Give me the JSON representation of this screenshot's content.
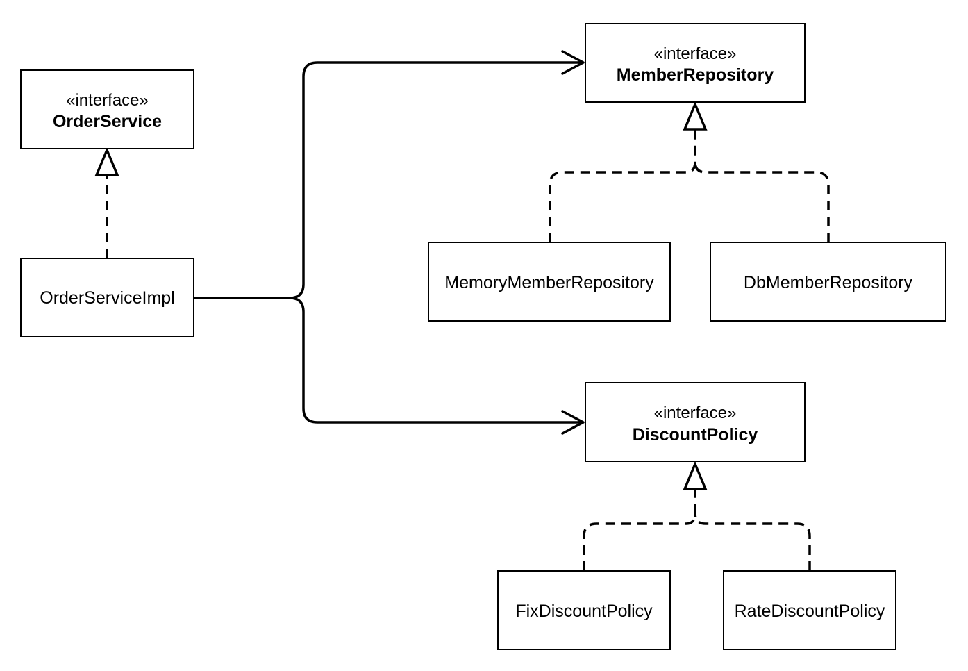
{
  "nodes": {
    "order_service": {
      "stereotype": "«interface»",
      "name": "OrderService"
    },
    "order_service_impl": {
      "name": "OrderServiceImpl"
    },
    "member_repository": {
      "stereotype": "«interface»",
      "name": "MemberRepository"
    },
    "memory_member_repository": {
      "name": "MemoryMemberRepository"
    },
    "db_member_repository": {
      "name": "DbMemberRepository"
    },
    "discount_policy": {
      "stereotype": "«interface»",
      "name": "DiscountPolicy"
    },
    "fix_discount_policy": {
      "name": "FixDiscountPolicy"
    },
    "rate_discount_policy": {
      "name": "RateDiscountPolicy"
    }
  },
  "edges": [
    {
      "from": "order_service_impl",
      "to": "order_service",
      "type": "realization"
    },
    {
      "from": "order_service_impl",
      "to": "member_repository",
      "type": "association"
    },
    {
      "from": "order_service_impl",
      "to": "discount_policy",
      "type": "association"
    },
    {
      "from": "memory_member_repository",
      "to": "member_repository",
      "type": "realization"
    },
    {
      "from": "db_member_repository",
      "to": "member_repository",
      "type": "realization"
    },
    {
      "from": "fix_discount_policy",
      "to": "discount_policy",
      "type": "realization"
    },
    {
      "from": "rate_discount_policy",
      "to": "discount_policy",
      "type": "realization"
    }
  ]
}
